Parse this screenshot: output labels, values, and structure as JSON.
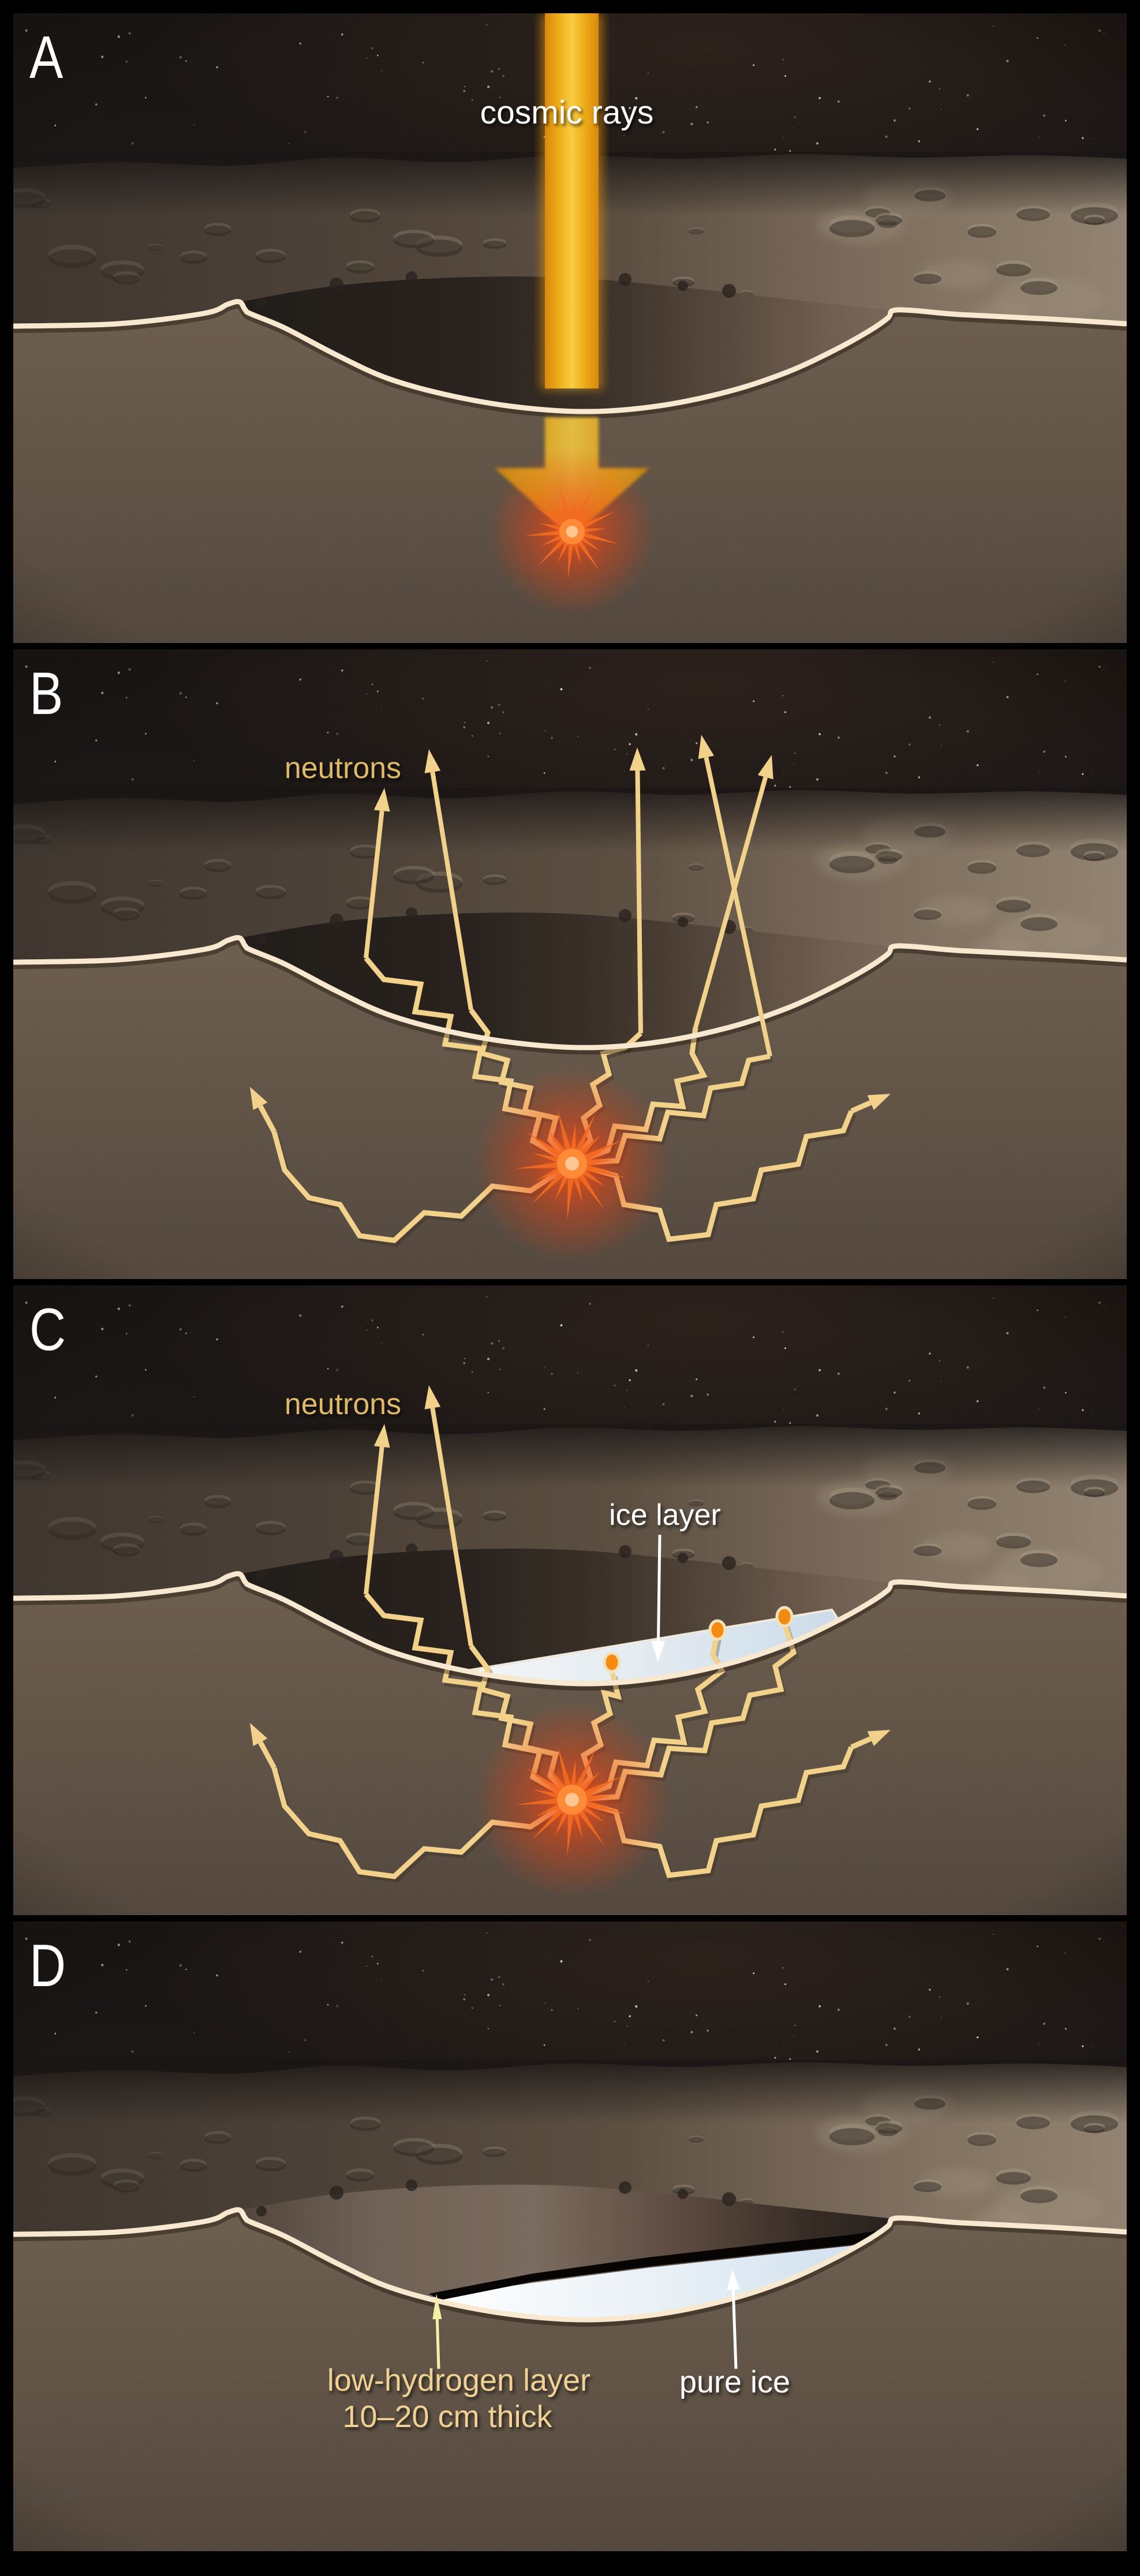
{
  "figure_type": "scientific-diagram-4-panel",
  "panels": {
    "a": {
      "label": "A",
      "cosmic_rays": "cosmic rays"
    },
    "b": {
      "label": "B",
      "neutrons": "neutrons"
    },
    "c": {
      "label": "C",
      "neutrons": "neutrons",
      "ice_layer": "ice layer"
    },
    "d": {
      "label": "D",
      "low_hydrogen_1": "low-hydrogen layer",
      "low_hydrogen_2": "10–20 cm thick",
      "pure_ice": "pure ice"
    }
  },
  "colors": {
    "gold_line": "#f2d28b",
    "gold_text": "#ddb969",
    "label_gold": "#efd193",
    "cream_outline": "#f7e8cf",
    "white": "#ffffff",
    "beam_edge": "#d9880b",
    "beam_core": "#f9cd42",
    "burst_spike": "#f26a22",
    "burst_glow": "#ff5014",
    "dot_orange": "#f58a12",
    "dot_ring": "#f3e2b8",
    "ice_white": "#ffffff",
    "ice_blue": "#cfe0ee",
    "wedge_black": "#060504",
    "arrow_yellow": "#f6efa4",
    "soil_brown": "#6b5947",
    "sky_black": "#0a0504"
  }
}
